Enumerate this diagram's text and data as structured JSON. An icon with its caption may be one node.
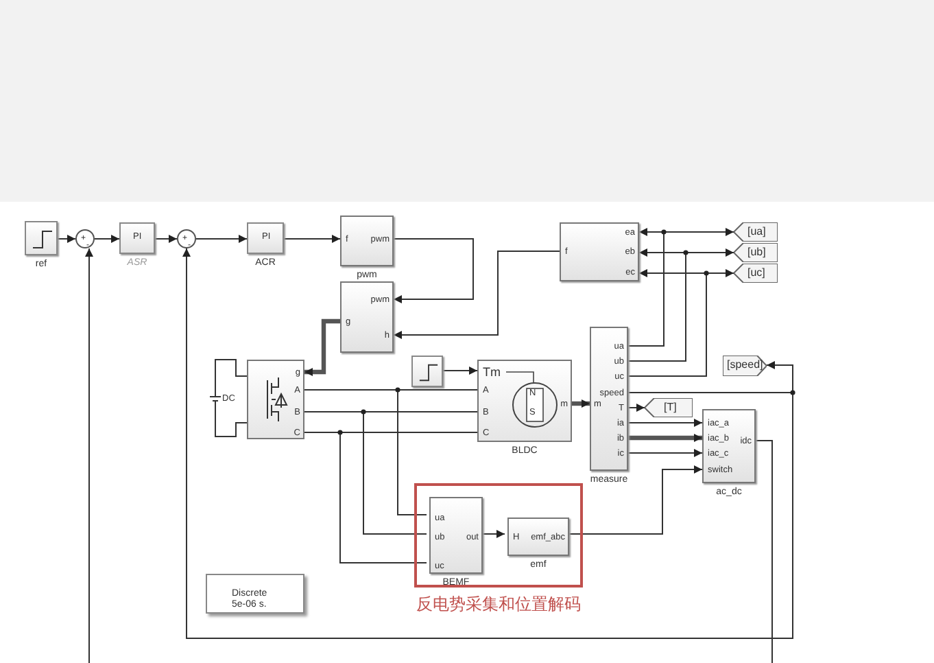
{
  "diagram": {
    "nodes": [
      {
        "text": [],
        "shape": "box",
        "beside": [
          "ref"
        ]
      },
      {
        "text": [
          "+",
          "-"
        ]
      },
      {
        "text": [
          "PI"
        ],
        "beside": [
          "ASR"
        ]
      },
      {
        "text": [
          "+",
          "-"
        ]
      },
      {
        "text": [
          "PI"
        ],
        "beside": [
          "ACR"
        ]
      },
      {
        "text": [
          "f",
          "pwm"
        ],
        "beside": [
          "pwm"
        ]
      },
      {
        "text": [
          "pwm",
          "g",
          "h"
        ]
      },
      {
        "text": [
          "f",
          "ea",
          "eb",
          "ec"
        ]
      },
      {
        "text": [
          "[ua]"
        ]
      },
      {
        "text": [
          "[ub]"
        ]
      },
      {
        "text": [
          "[uc]"
        ]
      },
      {
        "text": [],
        "shape": "box"
      },
      {
        "text": [
          "DC"
        ]
      },
      {
        "text": [
          "g",
          "A",
          "B",
          "C"
        ]
      },
      {
        "text": [
          "Tm",
          "A",
          "B",
          "C",
          "m",
          "N",
          "S"
        ],
        "beside": [
          "BLDC"
        ]
      },
      {
        "text": [
          "m",
          "ua",
          "ub",
          "uc",
          "speed",
          "T",
          "ia",
          "ib",
          "ic"
        ],
        "beside": [
          "measure"
        ]
      },
      {
        "text": [
          "[speed]"
        ]
      },
      {
        "text": [
          "[T]"
        ]
      },
      {
        "text": [
          "iac_a",
          "iac_b",
          "iac_c",
          "switch",
          "idc"
        ],
        "beside": [
          "ac_dc"
        ]
      },
      {
        "text": [],
        "shape": "box",
        "beside": [
          "反电势采集和位置解码"
        ]
      },
      {
        "text": [
          "ua",
          "ub",
          "uc",
          "out"
        ],
        "beside": [
          "BEMF"
        ],
        "in": 19
      },
      {
        "text": [
          "H",
          "emf_abc"
        ],
        "beside": [
          "emf"
        ],
        "in": 19
      },
      {
        "text": [
          "Discrete 5e-06 s."
        ]
      }
    ],
    "edges": [
      {
        "from": 0,
        "to": 1,
        "arrow": "to"
      },
      {
        "from": 1,
        "to": 2,
        "arrow": "to"
      },
      {
        "from": 2,
        "to": 3,
        "arrow": "to"
      },
      {
        "from": 3,
        "to": 4,
        "arrow": "to"
      },
      {
        "from": 4,
        "to": 5,
        "arrow": "to"
      },
      {
        "from": 5,
        "to": 6,
        "arrow": "to"
      },
      {
        "from": 7,
        "to": 6,
        "arrow": "to"
      },
      {
        "from": 6,
        "to": 13,
        "arrow": "to",
        "style": "thick"
      },
      {
        "from": 12,
        "to": 13,
        "arrow": "none"
      },
      {
        "from": 12,
        "to": 13,
        "arrow": "none"
      },
      {
        "from": 13,
        "to": 14,
        "arrow": "none"
      },
      {
        "from": 13,
        "to": 20,
        "arrow": "none"
      },
      {
        "from": 13,
        "to": 14,
        "arrow": "none"
      },
      {
        "from": 13,
        "to": 20,
        "arrow": "none"
      },
      {
        "from": 13,
        "to": 14,
        "arrow": "none"
      },
      {
        "from": 13,
        "to": 20,
        "arrow": "none"
      },
      {
        "from": 11,
        "to": 14,
        "arrow": "to"
      },
      {
        "from": 14,
        "to": 15,
        "arrow": "to",
        "style": "thick"
      },
      {
        "from": 15,
        "to": 7,
        "arrow": "to"
      },
      {
        "from": 15,
        "to": 8,
        "arrow": "to"
      },
      {
        "from": 15,
        "to": 7,
        "arrow": "to"
      },
      {
        "from": 15,
        "to": 9,
        "arrow": "to"
      },
      {
        "from": 15,
        "to": 7,
        "arrow": "to"
      },
      {
        "from": 15,
        "to": 10,
        "arrow": "to"
      },
      {
        "from": 15,
        "to": 16,
        "arrow": "to"
      },
      {
        "from": 15,
        "to": 3,
        "arrow": "to"
      },
      {
        "from": 15,
        "to": 17,
        "arrow": "to"
      },
      {
        "from": 15,
        "to": 18,
        "arrow": "to"
      },
      {
        "from": 15,
        "to": 18,
        "arrow": "to",
        "style": "thick"
      },
      {
        "from": 15,
        "to": 18,
        "arrow": "to"
      },
      {
        "from": 21,
        "to": 18,
        "arrow": "to"
      },
      {
        "from": 20,
        "to": 21,
        "arrow": "to"
      },
      {
        "from": null,
        "to": 1,
        "arrow": "to"
      },
      {
        "from": 18,
        "to": null,
        "arrow": "none"
      }
    ]
  }
}
